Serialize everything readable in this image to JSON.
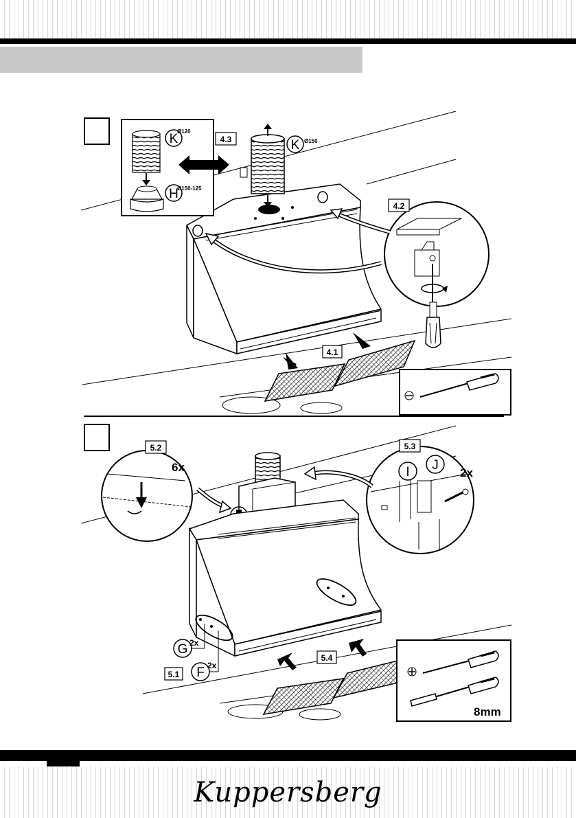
{
  "panel_top": {
    "step_labels": {
      "s41": "4.1",
      "s42": "4.2",
      "s43": "4.3"
    },
    "parts": {
      "k_small": {
        "letter": "K",
        "size": "Ø120"
      },
      "h_adapter": {
        "letter": "H",
        "size": "Ø150-125"
      },
      "k_large": {
        "letter": "K",
        "size": "Ø150"
      }
    },
    "tool": "flathead-screwdriver-icon"
  },
  "panel_bottom": {
    "step_labels": {
      "s51": "5.1",
      "s52": "5.2",
      "s53": "5.3",
      "s54": "5.4"
    },
    "screws_qty": "6x",
    "bracket_qty": "2x",
    "parts": {
      "i": {
        "letter": "I"
      },
      "j": {
        "letter": "J"
      },
      "g": {
        "letter": "G",
        "qty": "2x"
      },
      "f": {
        "letter": "F",
        "qty": "2x"
      }
    },
    "wrench_size": "8mm",
    "tools": [
      "phillips-screwdriver-icon",
      "socket-wrench-icon"
    ]
  },
  "footer": {
    "brand": "Kuppersberg"
  },
  "colors": {
    "header_band": "#c8c8c8",
    "bars": "#000000",
    "stripes": "#d6d6d6"
  }
}
